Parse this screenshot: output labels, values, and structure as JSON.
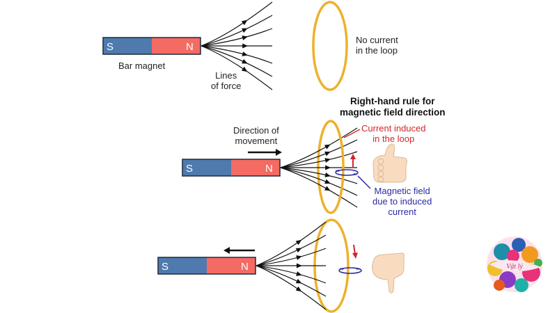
{
  "colors": {
    "magnet_south": "#4f7aae",
    "magnet_north": "#f46b63",
    "magnet_border": "#1e2a3a",
    "loop": "#edb12c",
    "field_line": "#111111",
    "current_arrow": "#d0262e",
    "induced_field": "#2a2aa8",
    "hand": "#f9dcc0",
    "hand_outline": "#d9b895"
  },
  "panels": [
    {
      "id": "stationary",
      "magnet": {
        "south_label": "S",
        "north_label": "N",
        "caption": "Bar magnet"
      },
      "field_caption": [
        "Lines",
        "of force"
      ],
      "loop_caption": [
        "No current",
        "in the loop"
      ]
    },
    {
      "id": "moving-toward",
      "magnet": {
        "south_label": "S",
        "north_label": "N"
      },
      "movement_caption": [
        "Direction of",
        "movement"
      ],
      "movement_direction": "right",
      "rule_title": [
        "Right-hand rule for",
        "magnetic field direction"
      ],
      "current_caption": [
        "Current induced",
        "in the loop"
      ],
      "current_direction": "up",
      "field_caption": [
        "Magnetic field",
        "due to induced",
        "current"
      ],
      "hand": "thumb-up"
    },
    {
      "id": "moving-away",
      "magnet": {
        "south_label": "S",
        "north_label": "N"
      },
      "movement_direction": "left",
      "current_direction": "down",
      "hand": "thumb-down"
    }
  ],
  "logo": {
    "text": "Vật lý"
  }
}
